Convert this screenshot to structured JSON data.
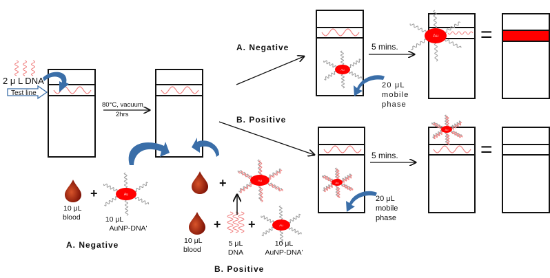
{
  "colors": {
    "dna": "#f08080",
    "gold_particle": "#ff0000",
    "arrow_curved": "#3a6ea8",
    "strip_border": "#111111",
    "test_band": "#ff0000",
    "strand_gray": "#a0a0a0"
  },
  "preparation": {
    "dna_label": "2 μ L  DNA",
    "test_line_label": "Test line",
    "step_condition_line1": "80°C, vacuum",
    "step_condition_line2": "2hrs"
  },
  "negative": {
    "title": "A. Negative",
    "blood_line1": "10 μL",
    "blood_line2": "blood",
    "probe_line1": "10 μL",
    "probe_line2": "AuNP-DNA'",
    "plus": "+",
    "time_label": "5 mins.",
    "mobile_line1": "20 μL",
    "mobile_line2": "mobile",
    "mobile_line3": "phase",
    "equals": "=",
    "result_band_visible": true
  },
  "positive": {
    "title": "B. Positive",
    "blood_line1": "10 μL",
    "blood_line2": "blood",
    "dna_line1": "5 μL",
    "dna_line2": "DNA",
    "probe_line1": "10 μL",
    "probe_line2": "AuNP-DNA'",
    "plus": "+",
    "time_label": "5 mins.",
    "mobile_line1": "20 μL",
    "mobile_line2": "mobile",
    "mobile_line3": "phase",
    "equals": "=",
    "result_band_visible": false
  },
  "particle_label": "Au"
}
